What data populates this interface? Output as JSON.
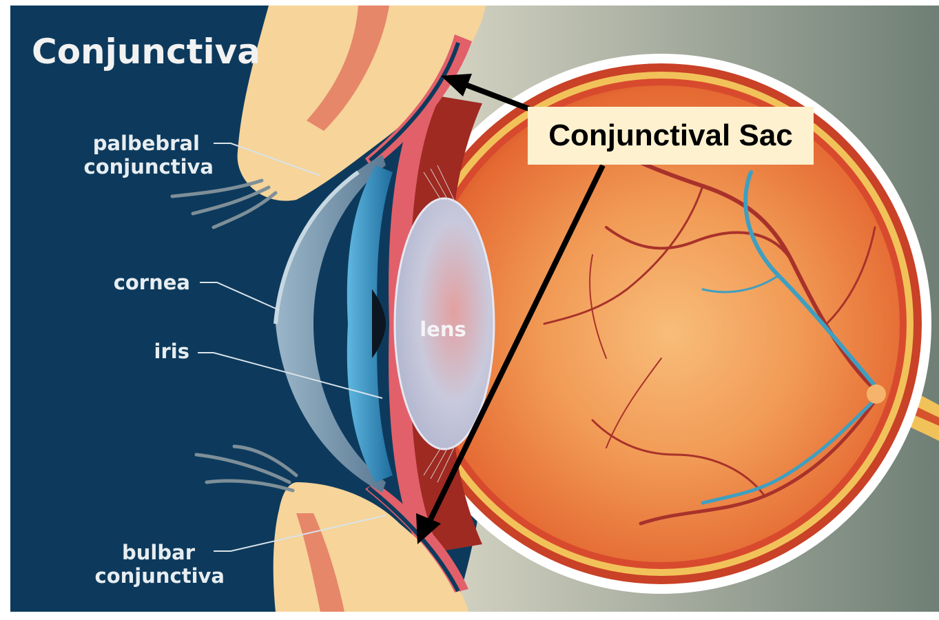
{
  "title": "Conjunctiva",
  "labels": {
    "palbebral_line1": "palbebral",
    "palbebral_line2": "conjunctiva",
    "cornea": "cornea",
    "iris": "iris",
    "lens": "lens",
    "bulbar_line1": "bulbar",
    "bulbar_line2": "conjunctiva"
  },
  "callout": {
    "label": "Conjunctival Sac"
  },
  "colors": {
    "background": "#0d3a5c",
    "eyeball": "#e8652e",
    "sclera_band": "#f2c25a",
    "eyelid": "#f6d49a",
    "conjunctiva": "#e2606a",
    "iris": "#2f8ec0",
    "lens": "#c7cbdf",
    "vessel_red": "#a8322b",
    "vessel_blue": "#3f9fc0",
    "callout_bg": "#fdf1cf"
  }
}
